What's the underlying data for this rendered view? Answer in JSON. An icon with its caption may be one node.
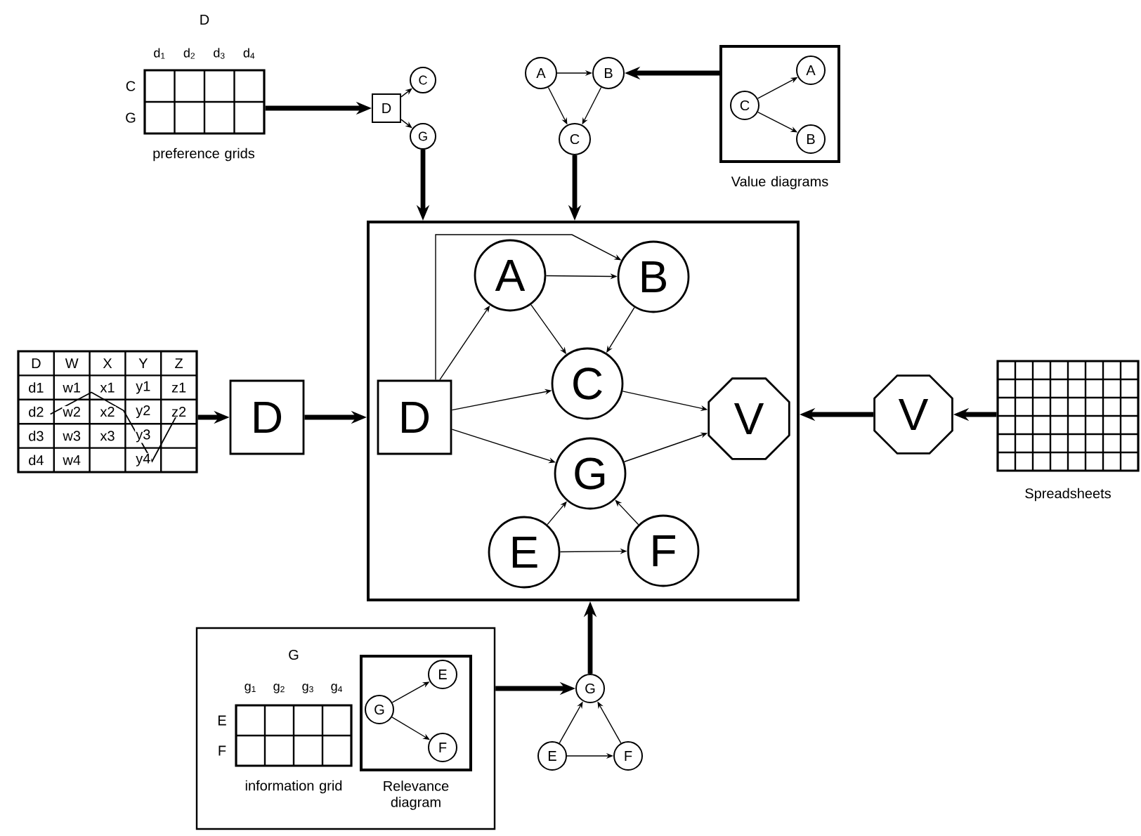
{
  "diagram": {
    "nodes": [
      {
        "text": [
          "D",
          "d$_{1}$",
          "d$_{2}$",
          "d$_{3}$",
          "d$_{4}$",
          "C",
          "G"
        ],
        "beside": [
          "preference grids"
        ]
      },
      {
        "text": [
          "D"
        ]
      },
      {
        "text": [
          "C"
        ]
      },
      {
        "text": [
          "G"
        ]
      },
      {
        "text": [
          "A"
        ]
      },
      {
        "text": [
          "B"
        ]
      },
      {
        "text": [
          "C"
        ]
      },
      {
        "text": [],
        "shape": "box",
        "beside": [
          "Value diagrams"
        ]
      },
      {
        "text": [
          "C"
        ],
        "in": 7
      },
      {
        "text": [
          "A"
        ],
        "in": 7
      },
      {
        "text": [
          "B"
        ],
        "in": 7
      },
      {
        "text": [],
        "shape": "box"
      },
      {
        "text": [
          "A"
        ],
        "in": 11
      },
      {
        "text": [
          "B"
        ],
        "in": 11
      },
      {
        "text": [
          "C"
        ],
        "in": 11
      },
      {
        "text": [
          "D"
        ],
        "in": 11
      },
      {
        "text": [
          "G"
        ],
        "in": 11
      },
      {
        "text": [
          "V"
        ],
        "in": 11
      },
      {
        "text": [
          "E"
        ],
        "in": 11
      },
      {
        "text": [
          "F"
        ],
        "in": 11
      },
      {
        "text": [
          "D",
          "W",
          "X",
          "Y",
          "Z",
          "d1",
          "w1",
          "x1",
          "y1",
          "z1",
          "d2",
          "w2",
          "x2",
          "y2",
          "z2",
          "d3",
          "w3",
          "x3",
          "y3",
          "d4",
          "w4",
          "y4"
        ]
      },
      {
        "text": [
          "D"
        ]
      },
      {
        "text": [
          "V"
        ]
      },
      {
        "text": [],
        "shape": "box",
        "beside": [
          "Spreadsheets"
        ]
      },
      {
        "text": [],
        "shape": "box"
      },
      {
        "text": [
          "G",
          "g$_{1}$",
          "g$_{2}$",
          "g$_{3}$",
          "g$_{4}$",
          "E",
          "F"
        ],
        "in": 24,
        "beside": [
          "information grid"
        ]
      },
      {
        "text": [],
        "shape": "box",
        "in": 24,
        "beside": [
          "Relevance diagram"
        ]
      },
      {
        "text": [
          "G"
        ],
        "in": 26
      },
      {
        "text": [
          "E"
        ],
        "in": 26
      },
      {
        "text": [
          "F"
        ],
        "in": 26
      },
      {
        "text": [
          "G"
        ]
      },
      {
        "text": [
          "E"
        ]
      },
      {
        "text": [
          "F"
        ]
      }
    ],
    "edges": [
      {
        "from": 0,
        "to": 1,
        "arrow": "to",
        "style": "thick"
      },
      {
        "from": 1,
        "to": 2,
        "arrow": "to"
      },
      {
        "from": 1,
        "to": 3,
        "arrow": "to"
      },
      {
        "from": 3,
        "to": 11,
        "arrow": "to",
        "style": "thick"
      },
      {
        "from": 4,
        "to": 5,
        "arrow": "to"
      },
      {
        "from": 4,
        "to": 6,
        "arrow": "to"
      },
      {
        "from": 5,
        "to": 6,
        "arrow": "to"
      },
      {
        "from": 6,
        "to": 11,
        "arrow": "to",
        "style": "thick"
      },
      {
        "from": 7,
        "to": 5,
        "arrow": "to",
        "style": "thick"
      },
      {
        "from": 8,
        "to": 9,
        "arrow": "to"
      },
      {
        "from": 8,
        "to": 10,
        "arrow": "to"
      },
      {
        "from": 15,
        "to": 12,
        "arrow": "to"
      },
      {
        "from": 15,
        "to": 13,
        "arrow": "to"
      },
      {
        "from": 12,
        "to": 13,
        "arrow": "to"
      },
      {
        "from": 12,
        "to": 14,
        "arrow": "to"
      },
      {
        "from": 13,
        "to": 14,
        "arrow": "to"
      },
      {
        "from": 15,
        "to": 14,
        "arrow": "to"
      },
      {
        "from": 15,
        "to": 16,
        "arrow": "to"
      },
      {
        "from": 14,
        "to": 17,
        "arrow": "to"
      },
      {
        "from": 16,
        "to": 17,
        "arrow": "to"
      },
      {
        "from": 18,
        "to": 16,
        "arrow": "to"
      },
      {
        "from": 19,
        "to": 16,
        "arrow": "to"
      },
      {
        "from": 18,
        "to": 19,
        "arrow": "to"
      },
      {
        "from": 20,
        "to": 21,
        "arrow": "to",
        "style": "thick"
      },
      {
        "from": 21,
        "to": 11,
        "arrow": "to",
        "style": "thick"
      },
      {
        "from": 22,
        "to": 11,
        "arrow": "to",
        "style": "thick"
      },
      {
        "from": 23,
        "to": 22,
        "arrow": "to",
        "style": "thick"
      },
      {
        "from": 27,
        "to": 28,
        "arrow": "to"
      },
      {
        "from": 27,
        "to": 29,
        "arrow": "to"
      },
      {
        "from": 24,
        "to": 30,
        "arrow": "to",
        "style": "thick"
      },
      {
        "from": 31,
        "to": 30,
        "arrow": "to"
      },
      {
        "from": 32,
        "to": 30,
        "arrow": "to"
      },
      {
        "from": 31,
        "to": 32,
        "arrow": "to"
      },
      {
        "from": 30,
        "to": 11,
        "arrow": "to",
        "style": "thick"
      }
    ]
  }
}
